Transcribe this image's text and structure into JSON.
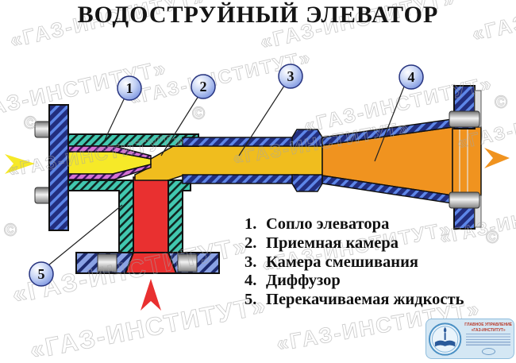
{
  "title": "ВОДОСТРУЙНЫЙ ЭЛЕВАТОР",
  "legend": {
    "items": [
      {
        "num": "1.",
        "label": "Сопло элеватора"
      },
      {
        "num": "2.",
        "label": "Приемная камера"
      },
      {
        "num": "3.",
        "label": "Камера смешивания"
      },
      {
        "num": "4.",
        "label": "Диффузор"
      },
      {
        "num": "5.",
        "label": "Перекачиваемая жидкость"
      }
    ]
  },
  "callouts": [
    "1",
    "2",
    "3",
    "4",
    "5"
  ],
  "watermark": {
    "text": "«ГАЗ-ИНСТИТУТ»",
    "copyright_symbol": "©"
  },
  "logo": {
    "org_line1": "ГЛАВНОЕ УПРАВЛЕНИЕ",
    "org_line2": "«ГАЗ-ИНСТИТУТ»"
  },
  "colors": {
    "working_fluid_yellow": "#f6e928",
    "mixed_fluid_gold": "#f0bd1e",
    "outlet_fluid_orange": "#f0931f",
    "pumped_fluid_red": "#e93030",
    "casing_teal": "#3fc6ae",
    "nozzle_plum": "#d36fd3",
    "pipe_navy": "#1f2b7b",
    "flange_blue": "#8aa2e4",
    "callout_blue": "#8fa8e8"
  }
}
